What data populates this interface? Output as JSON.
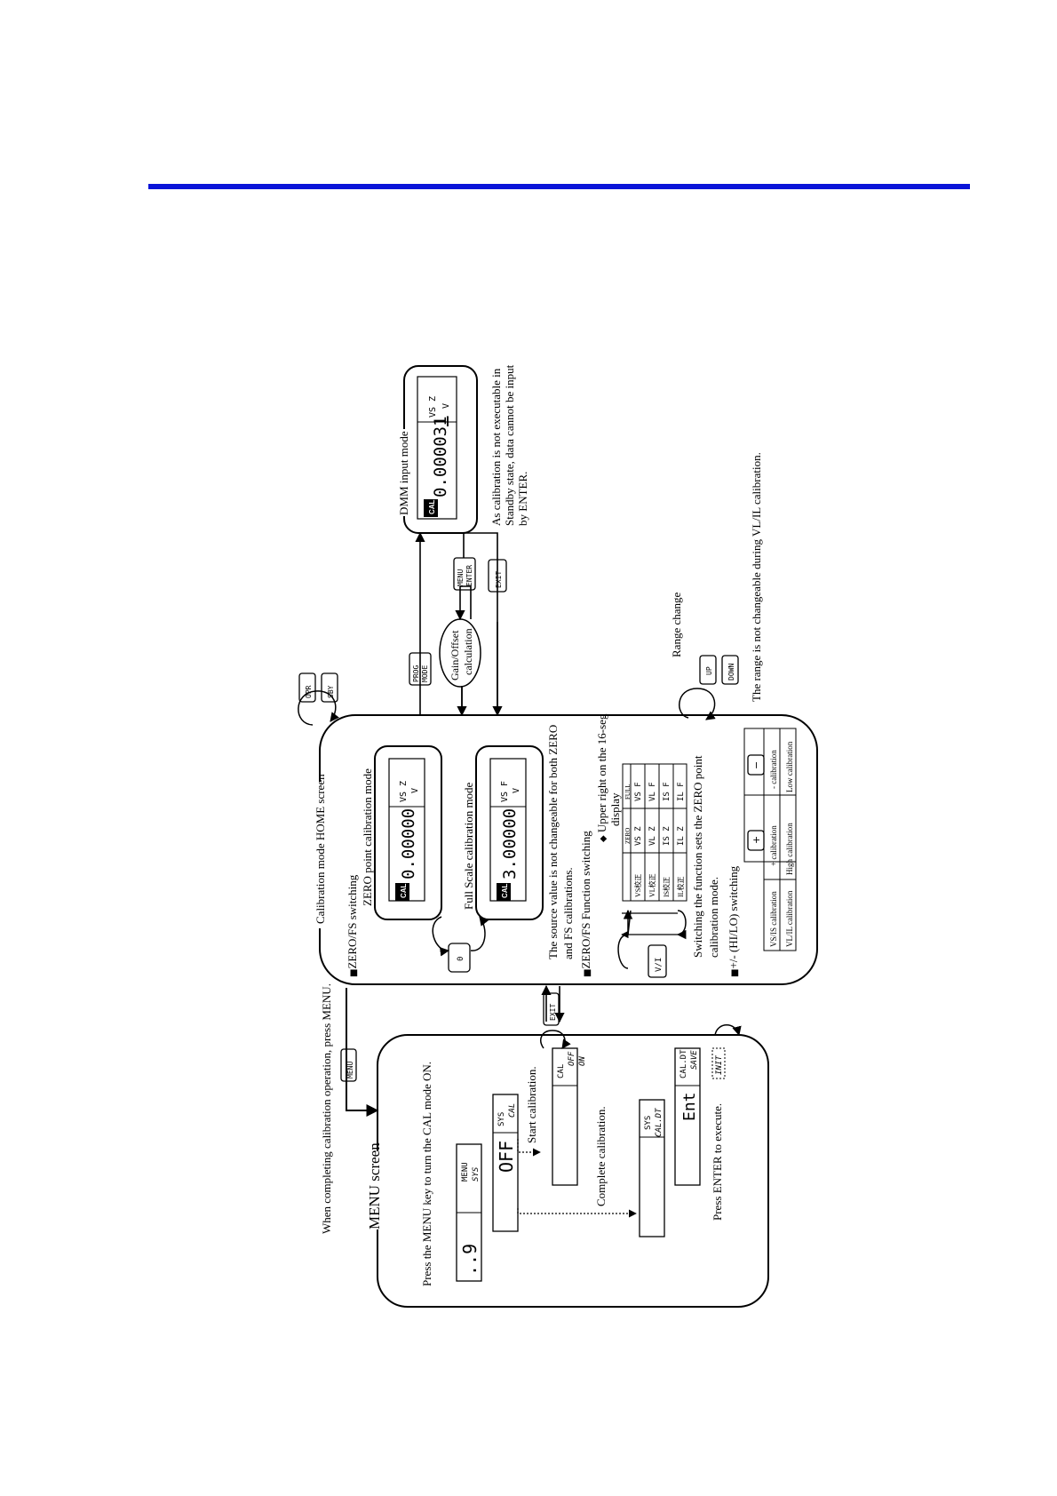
{
  "colors": {
    "accent_bar": "#0a14d8",
    "ink": "#000000",
    "paper": "#ffffff"
  },
  "menu": {
    "title": "MENU screen",
    "lead_note": "When completing calibration operation, press MENU.",
    "menu_key": "MENU",
    "instruction": "Press the MENU key to turn the CAL mode ON.",
    "disp1_main": "..9",
    "disp1_top": "MENU",
    "disp1_bottom": "SYS",
    "disp2_main": "OFF",
    "disp2_top": "SYS",
    "disp2_bottom": "CAL",
    "start_cal": "Start calibration.",
    "disp3_top": "CAL",
    "disp3_off": "OFF",
    "disp3_on": "ON",
    "complete_cal": "Complete calibration.",
    "disp4_top": "SYS",
    "disp4_bottom": "CAL.DT",
    "disp5_main": "Ent",
    "disp5_top": "CAL.DT",
    "disp5_bottom": "SAVE",
    "init_label": "INIT",
    "press_enter": "Press ENTER to execute."
  },
  "exit_key": "EXIT",
  "home": {
    "title": "Calibration mode HOME screen",
    "opr": "OPR",
    "sby": "SBY",
    "zero_fs_switching": "ZERO/FS switching",
    "zero_mode_label": "ZERO point calibration mode",
    "zero_main": "0.00000",
    "zero_ch": "VS Z",
    "zero_unit": "V",
    "cal_tag": "CAL",
    "fs_mode_label": "Full Scale calibration mode",
    "fs_main": "3.00000",
    "fs_ch": "VS F",
    "fs_unit": "V",
    "zero_key": "0",
    "source_note_1": "The source value is not changeable for both ZERO",
    "source_note_2": "and FS calibrations.",
    "func_switching": "ZERO/FS Function switching",
    "vi_key": "V/I",
    "upper_right_1": "Upper right on the 16-seg",
    "upper_right_2": "display",
    "func_note_1": "Switching the function sets the ZERO point",
    "func_note_2": "calibration mode.",
    "table_headers": [
      "",
      "ZERO",
      "FULL"
    ],
    "table_rows": [
      [
        "VS校正",
        "VS Z",
        "VS F"
      ],
      [
        "VL校正",
        "VL Z",
        "VL F"
      ],
      [
        "IS校正",
        "IS Z",
        "IS F"
      ],
      [
        "IL校正",
        "IL Z",
        "IL F"
      ]
    ],
    "hilo_switching": "+/- (HI/LO) switching",
    "plus_key": "+",
    "minus_key": "−",
    "cal_table": [
      [
        "VS/IS calibration",
        "+ calibration",
        "- calibration"
      ],
      [
        "VL/IL calibration",
        "High calibration",
        "Low calibration"
      ]
    ],
    "range_change": "Range change",
    "up_key": "UP",
    "down_key": "DOWN",
    "range_note": "The range is not changeable during VL/IL calibration."
  },
  "dmm": {
    "title": "DMM input mode",
    "main": "0.00003",
    "digit": "1",
    "ch": "VS Z",
    "unit": "V",
    "cal_tag": "CAL",
    "prog_mode_1": "PROG",
    "prog_mode_2": "MODE",
    "gain_1": "Gain/Offset",
    "gain_2": "calculation",
    "menu_enter_1": "MENU",
    "menu_enter_2": "ENTER",
    "exit": "EXIT",
    "note_1": "As calibration is not executable in",
    "note_2": "Standby state, data cannot be input",
    "note_3": "by ENTER."
  }
}
